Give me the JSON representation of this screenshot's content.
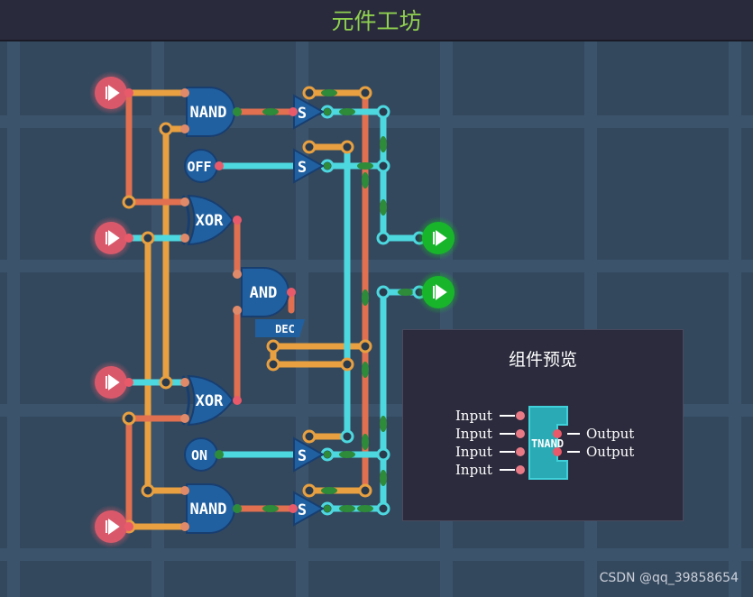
{
  "window": {
    "title": "元件工坊"
  },
  "gates": {
    "nand_top": "NAND",
    "nand_bottom": "NAND",
    "xor_top": "XOR",
    "xor_bottom": "XOR",
    "and": "AND",
    "dec": "DEC",
    "off": "OFF",
    "on": "ON",
    "switch_1": "S",
    "switch_2": "S",
    "switch_3": "S",
    "switch_4": "S"
  },
  "inputs": [
    {
      "name": "input-1",
      "icon": "play-icon"
    },
    {
      "name": "input-2",
      "icon": "play-icon"
    },
    {
      "name": "input-3",
      "icon": "play-icon"
    },
    {
      "name": "input-4",
      "icon": "play-icon"
    }
  ],
  "outputs": [
    {
      "name": "output-1",
      "icon": "play-icon"
    },
    {
      "name": "output-2",
      "icon": "play-icon"
    }
  ],
  "preview": {
    "title": "组件预览",
    "component_name": "TNAND",
    "inputs": [
      "Input",
      "Input",
      "Input",
      "Input"
    ],
    "outputs": [
      "Output",
      "Output"
    ]
  },
  "watermark": "CSDN @qq_39858654",
  "colors": {
    "input_node": "#d9596b",
    "output_node": "#18b52b",
    "wire_orange": "#e8a040",
    "wire_red": "#e07050",
    "wire_cyan": "#4dd8e0",
    "gate_blue": "#2060a0",
    "component_teal": "#2aaab4",
    "title_green": "#8fd14f"
  }
}
